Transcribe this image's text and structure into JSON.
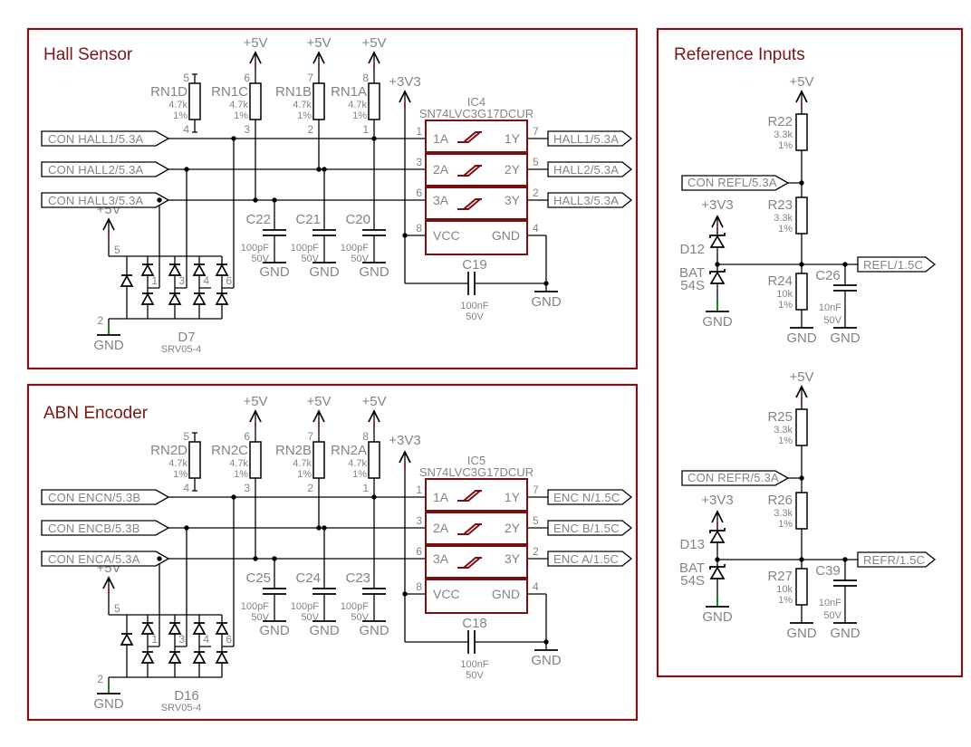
{
  "power": {
    "p5v": "+5V",
    "p3v3": "+3V3",
    "gnd": "GND"
  },
  "ic_pins": {
    "a1": "1A",
    "y1": "1Y",
    "a2": "2A",
    "y2": "2Y",
    "a3": "3A",
    "y3": "3Y",
    "vcc": "VCC",
    "gnd": "GND",
    "ln": [
      "1",
      "3",
      "6",
      "8"
    ],
    "rn": [
      "7",
      "5",
      "2",
      "4"
    ]
  },
  "hall": {
    "title": "Hall Sensor",
    "rn": [
      {
        "ref": "RN1D",
        "val": "4.7k",
        "tol": "1%",
        "pt": "5",
        "pb": "4"
      },
      {
        "ref": "RN1C",
        "val": "4.7k",
        "tol": "1%",
        "pt": "6",
        "pb": "3"
      },
      {
        "ref": "RN1B",
        "val": "4.7k",
        "tol": "1%",
        "pt": "7",
        "pb": "2"
      },
      {
        "ref": "RN1A",
        "val": "4.7k",
        "tol": "1%",
        "pt": "8",
        "pb": "1"
      }
    ],
    "inputs": [
      "CON HALL1/5.3A",
      "CON HALL2/5.3A",
      "CON HALL3/5.3A"
    ],
    "outputs": [
      "HALL1/5.3A",
      "HALL2/5.3A",
      "HALL3/5.3A"
    ],
    "ic": {
      "ref": "IC4",
      "part": "SN74LVC3G17DCUR"
    },
    "caps": [
      {
        "ref": "C22",
        "val": "100pF",
        "volt": "50V"
      },
      {
        "ref": "C21",
        "val": "100pF",
        "volt": "50V"
      },
      {
        "ref": "C20",
        "val": "100pF",
        "volt": "50V"
      }
    ],
    "bypass": {
      "ref": "C19",
      "val": "100nF",
      "volt": "50V"
    },
    "tvs": {
      "ref": "D7",
      "part": "SRV05-4",
      "pt": "5",
      "pb": "2",
      "pio": [
        "1",
        "3",
        "4",
        "6"
      ]
    }
  },
  "abn": {
    "title": "ABN Encoder",
    "rn": [
      {
        "ref": "RN2D",
        "val": "4.7k",
        "tol": "1%",
        "pt": "5",
        "pb": "4"
      },
      {
        "ref": "RN2C",
        "val": "4.7k",
        "tol": "1%",
        "pt": "6",
        "pb": "3"
      },
      {
        "ref": "RN2B",
        "val": "4.7k",
        "tol": "1%",
        "pt": "7",
        "pb": "2"
      },
      {
        "ref": "RN2A",
        "val": "4.7k",
        "tol": "1%",
        "pt": "8",
        "pb": "1"
      }
    ],
    "inputs": [
      "CON ENCN/5.3B",
      "CON ENCB/5.3B",
      "CON ENCA/5.3A"
    ],
    "outputs": [
      "ENC N/1.5C",
      "ENC B/1.5C",
      "ENC A/1.5C"
    ],
    "ic": {
      "ref": "IC5",
      "part": "SN74LVC3G17DCUR"
    },
    "caps": [
      {
        "ref": "C25",
        "val": "100pF",
        "volt": "50V"
      },
      {
        "ref": "C24",
        "val": "100pF",
        "volt": "50V"
      },
      {
        "ref": "C23",
        "val": "100pF",
        "volt": "50V"
      }
    ],
    "bypass": {
      "ref": "C18",
      "val": "100nF",
      "volt": "50V"
    },
    "tvs": {
      "ref": "D16",
      "part": "SRV05-4",
      "pt": "5",
      "pb": "2",
      "pio": [
        "1",
        "3",
        "4",
        "6"
      ]
    }
  },
  "reference": {
    "title": "Reference Inputs",
    "ch": [
      {
        "rtop": {
          "ref": "R22",
          "val": "3.3k",
          "tol": "1%"
        },
        "input": "CON REFL/5.3A",
        "rmid": {
          "ref": "R23",
          "val": "3.3k",
          "tol": "1%"
        },
        "diode": {
          "ref": "D12",
          "l1": "BAT",
          "l2": "54S"
        },
        "rbot": {
          "ref": "R24",
          "val": "10k",
          "tol": "1%"
        },
        "cap": {
          "ref": "C26",
          "val": "10nF",
          "volt": "50V"
        },
        "output": "REFL/1.5C"
      },
      {
        "rtop": {
          "ref": "R25",
          "val": "3.3k",
          "tol": "1%"
        },
        "input": "CON REFR/5.3A",
        "rmid": {
          "ref": "R26",
          "val": "3.3k",
          "tol": "1%"
        },
        "diode": {
          "ref": "D13",
          "l1": "BAT",
          "l2": "54S"
        },
        "rbot": {
          "ref": "R27",
          "val": "10k",
          "tol": "1%"
        },
        "cap": {
          "ref": "C39",
          "val": "10nF",
          "volt": "50V"
        },
        "output": "REFR/1.5C"
      }
    ]
  }
}
